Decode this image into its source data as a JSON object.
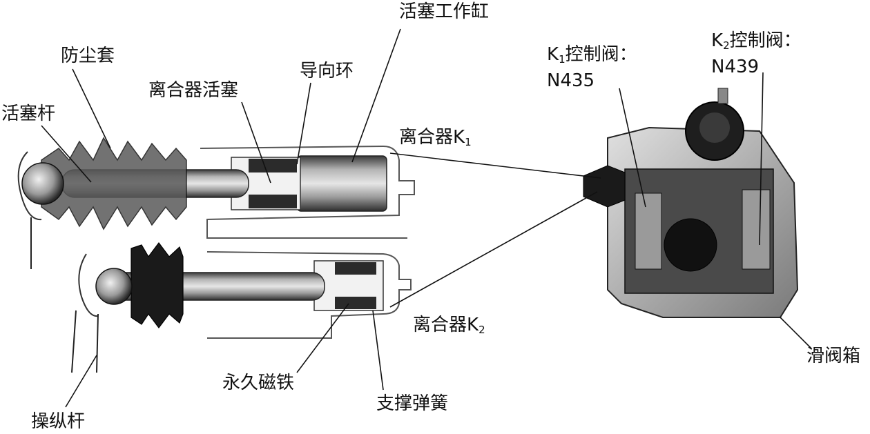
{
  "labels": {
    "piston_cylinder": "活塞工作缸",
    "dust_boot": "防尘套",
    "clutch_piston": "离合器活塞",
    "guide_ring": "导向环",
    "piston_rod": "活塞杆",
    "clutch_k1": "离合器K",
    "clutch_k1_sub": "1",
    "clutch_k2": "离合器K",
    "clutch_k2_sub": "2",
    "k1_valve_prefix": "K",
    "k1_valve_sub": "1",
    "k1_valve_suffix": "控制阀：",
    "k1_valve_code": "N435",
    "k2_valve_prefix": "K",
    "k2_valve_sub": "2",
    "k2_valve_suffix": "控制阀：",
    "k2_valve_code": "N439",
    "permanent_magnet": "永久磁铁",
    "support_spring": "支撑弹簧",
    "operating_lever": "操纵杆",
    "valve_box": "滑阀箱"
  },
  "colors": {
    "line": "#111111",
    "metal_dark": "#2a2a2a",
    "metal_mid": "#8a8a8a",
    "metal_light": "#d9d9d9",
    "background": "#ffffff"
  }
}
